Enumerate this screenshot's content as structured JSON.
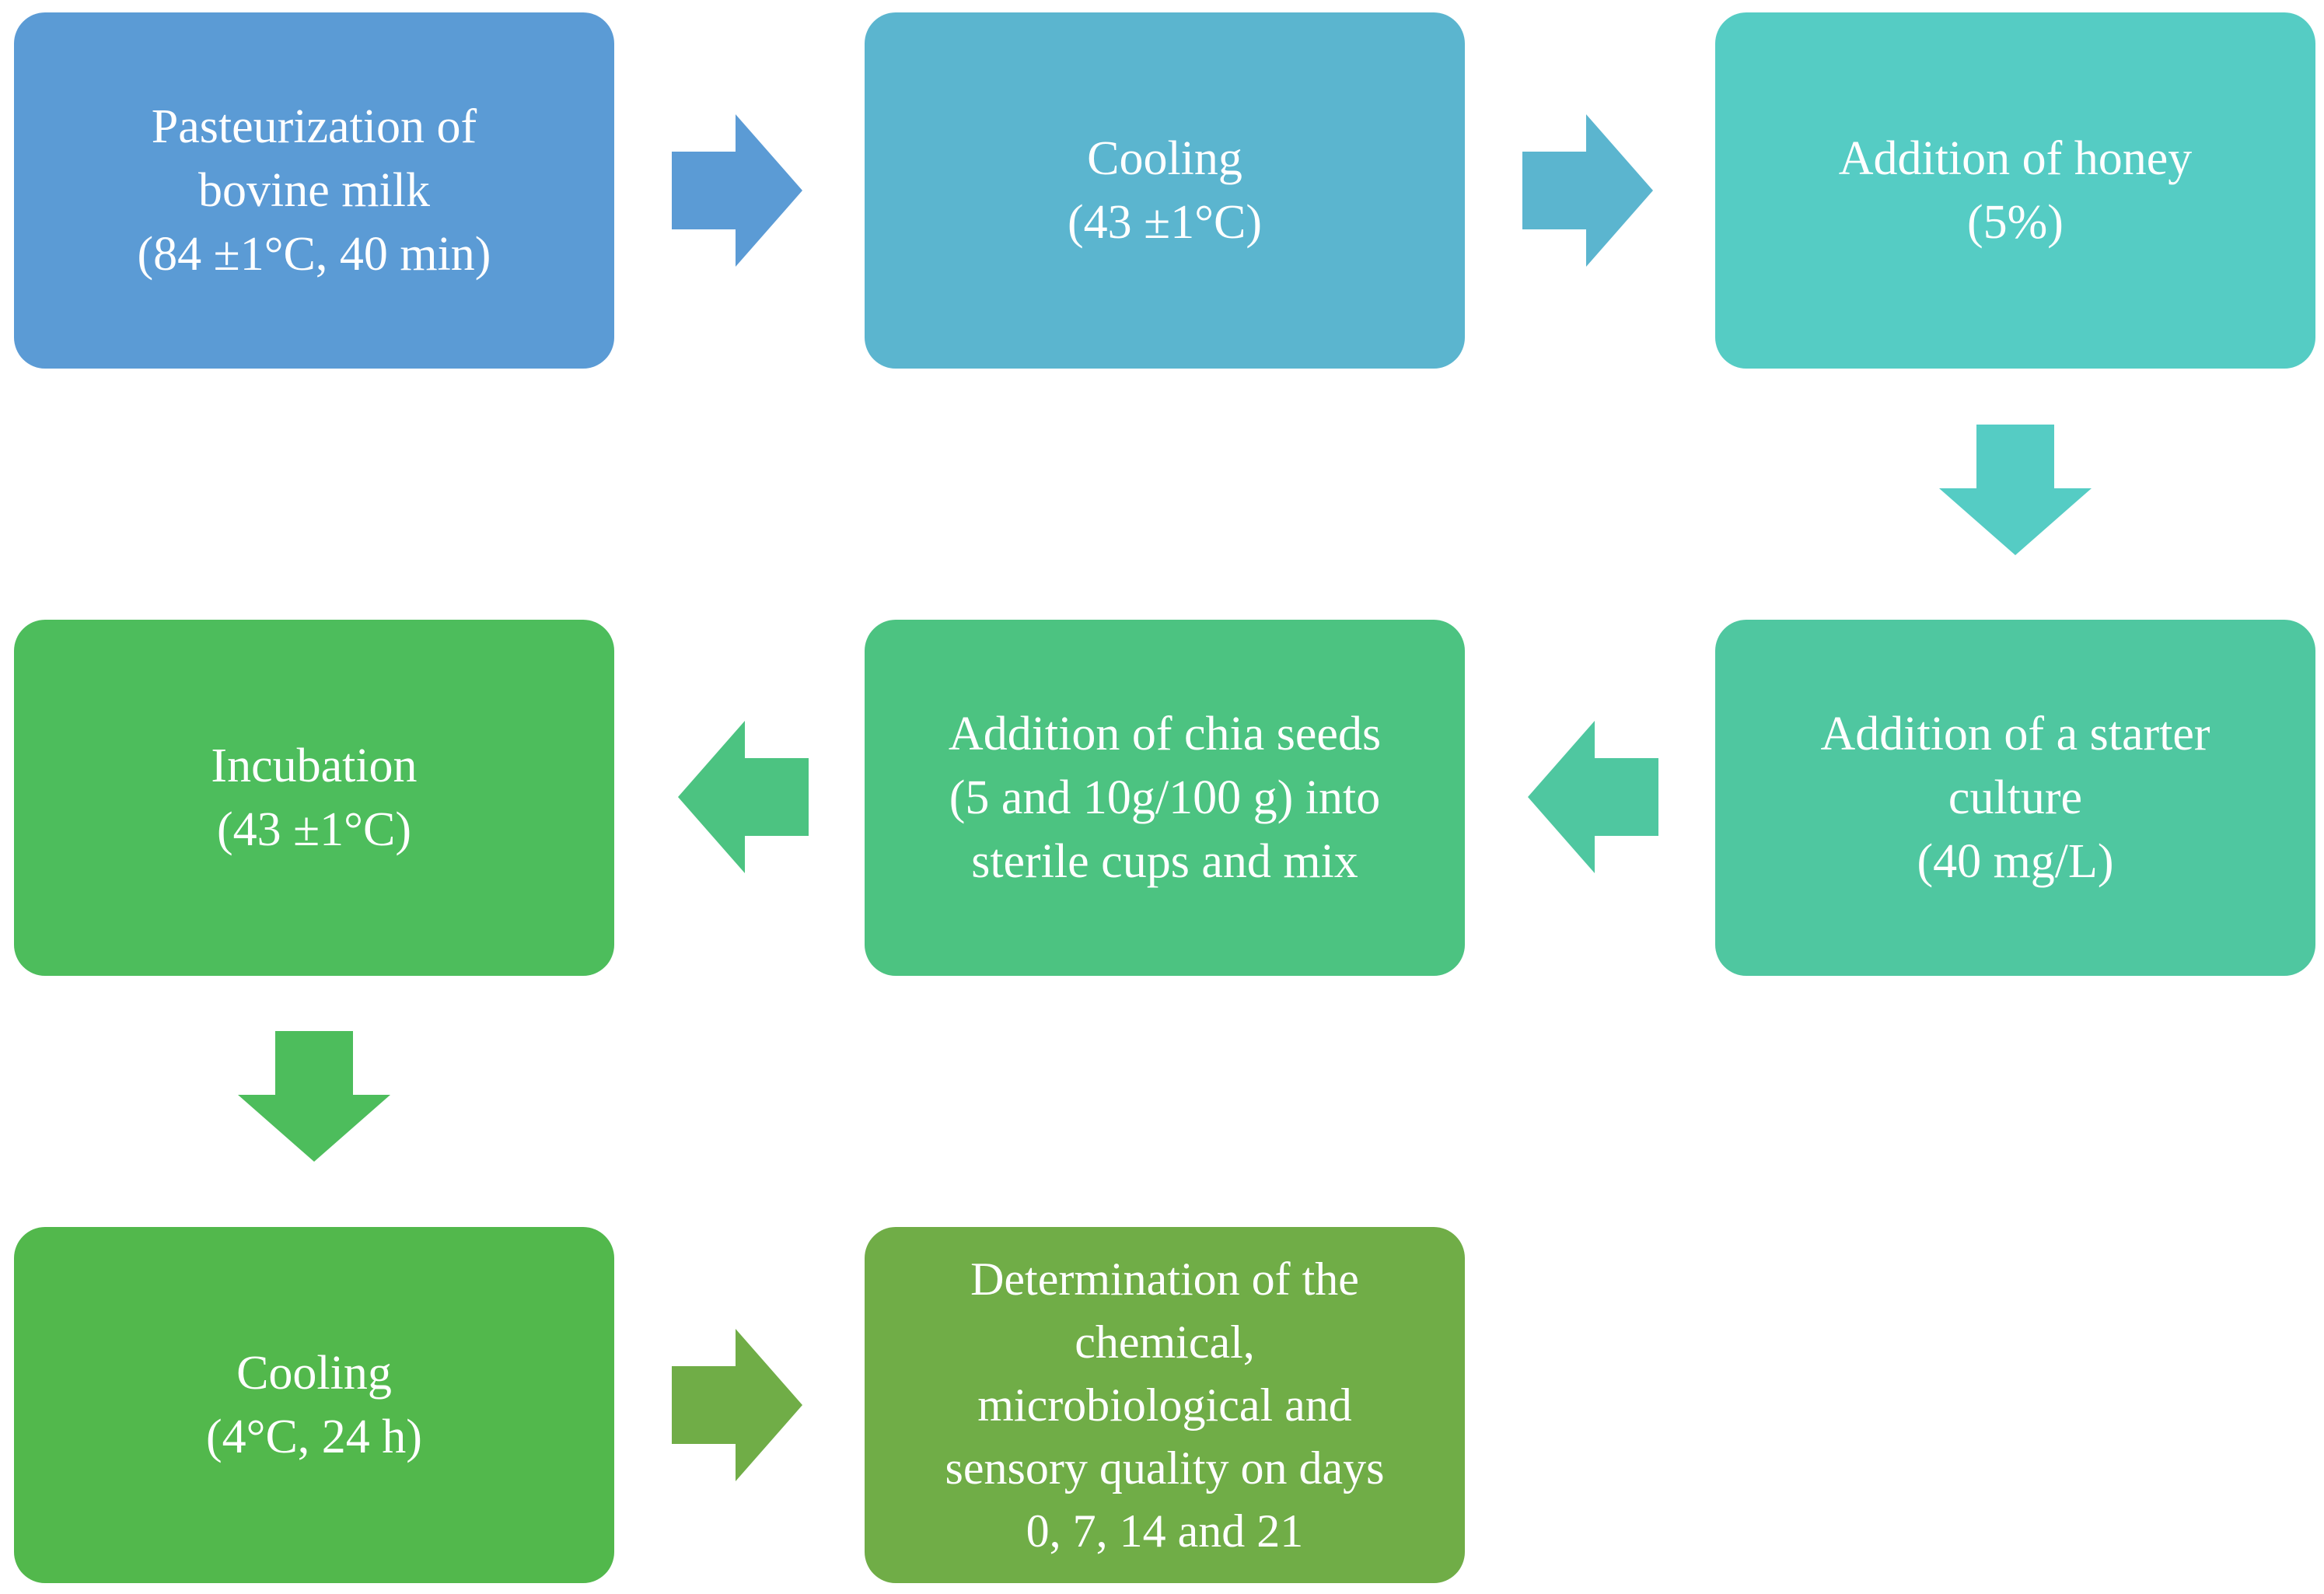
{
  "diagram": {
    "steps": [
      {
        "lines": [
          "Pasteurization of",
          "bovine milk",
          "(84 ±1°C, 40 min)"
        ],
        "color": "#5B9BD5"
      },
      {
        "lines": [
          "Cooling",
          "(43 ±1°C)"
        ],
        "color": "#5BB5CF"
      },
      {
        "lines": [
          "Addition of honey",
          "(5%)"
        ],
        "color": "#55CCC4"
      },
      {
        "lines": [
          "Addition of a starter",
          "culture",
          "(40 mg/L)"
        ],
        "color": "#4FC7A0"
      },
      {
        "lines": [
          "Addition of chia seeds",
          "(5 and 10g/100 g) into",
          "sterile cups and mix"
        ],
        "color": "#4CC381"
      },
      {
        "lines": [
          "Incubation",
          "(43 ±1°C)"
        ],
        "color": "#4DBD5C"
      },
      {
        "lines": [
          "Cooling",
          "(4°C, 24 h)"
        ],
        "color": "#52B84C"
      },
      {
        "lines": [
          "Determination of the",
          "chemical,",
          "microbiological and",
          "sensory quality on days",
          "0, 7, 14 and 21"
        ],
        "color": "#70AD47"
      }
    ],
    "arrows": [
      {
        "direction": "right",
        "color": "#5B9BD5"
      },
      {
        "direction": "right",
        "color": "#5BB5CF"
      },
      {
        "direction": "down",
        "color": "#55CCC4"
      },
      {
        "direction": "left",
        "color": "#4FC7A0"
      },
      {
        "direction": "left",
        "color": "#4CC381"
      },
      {
        "direction": "down",
        "color": "#4DBD5C"
      },
      {
        "direction": "right",
        "color": "#70AD47"
      }
    ]
  }
}
